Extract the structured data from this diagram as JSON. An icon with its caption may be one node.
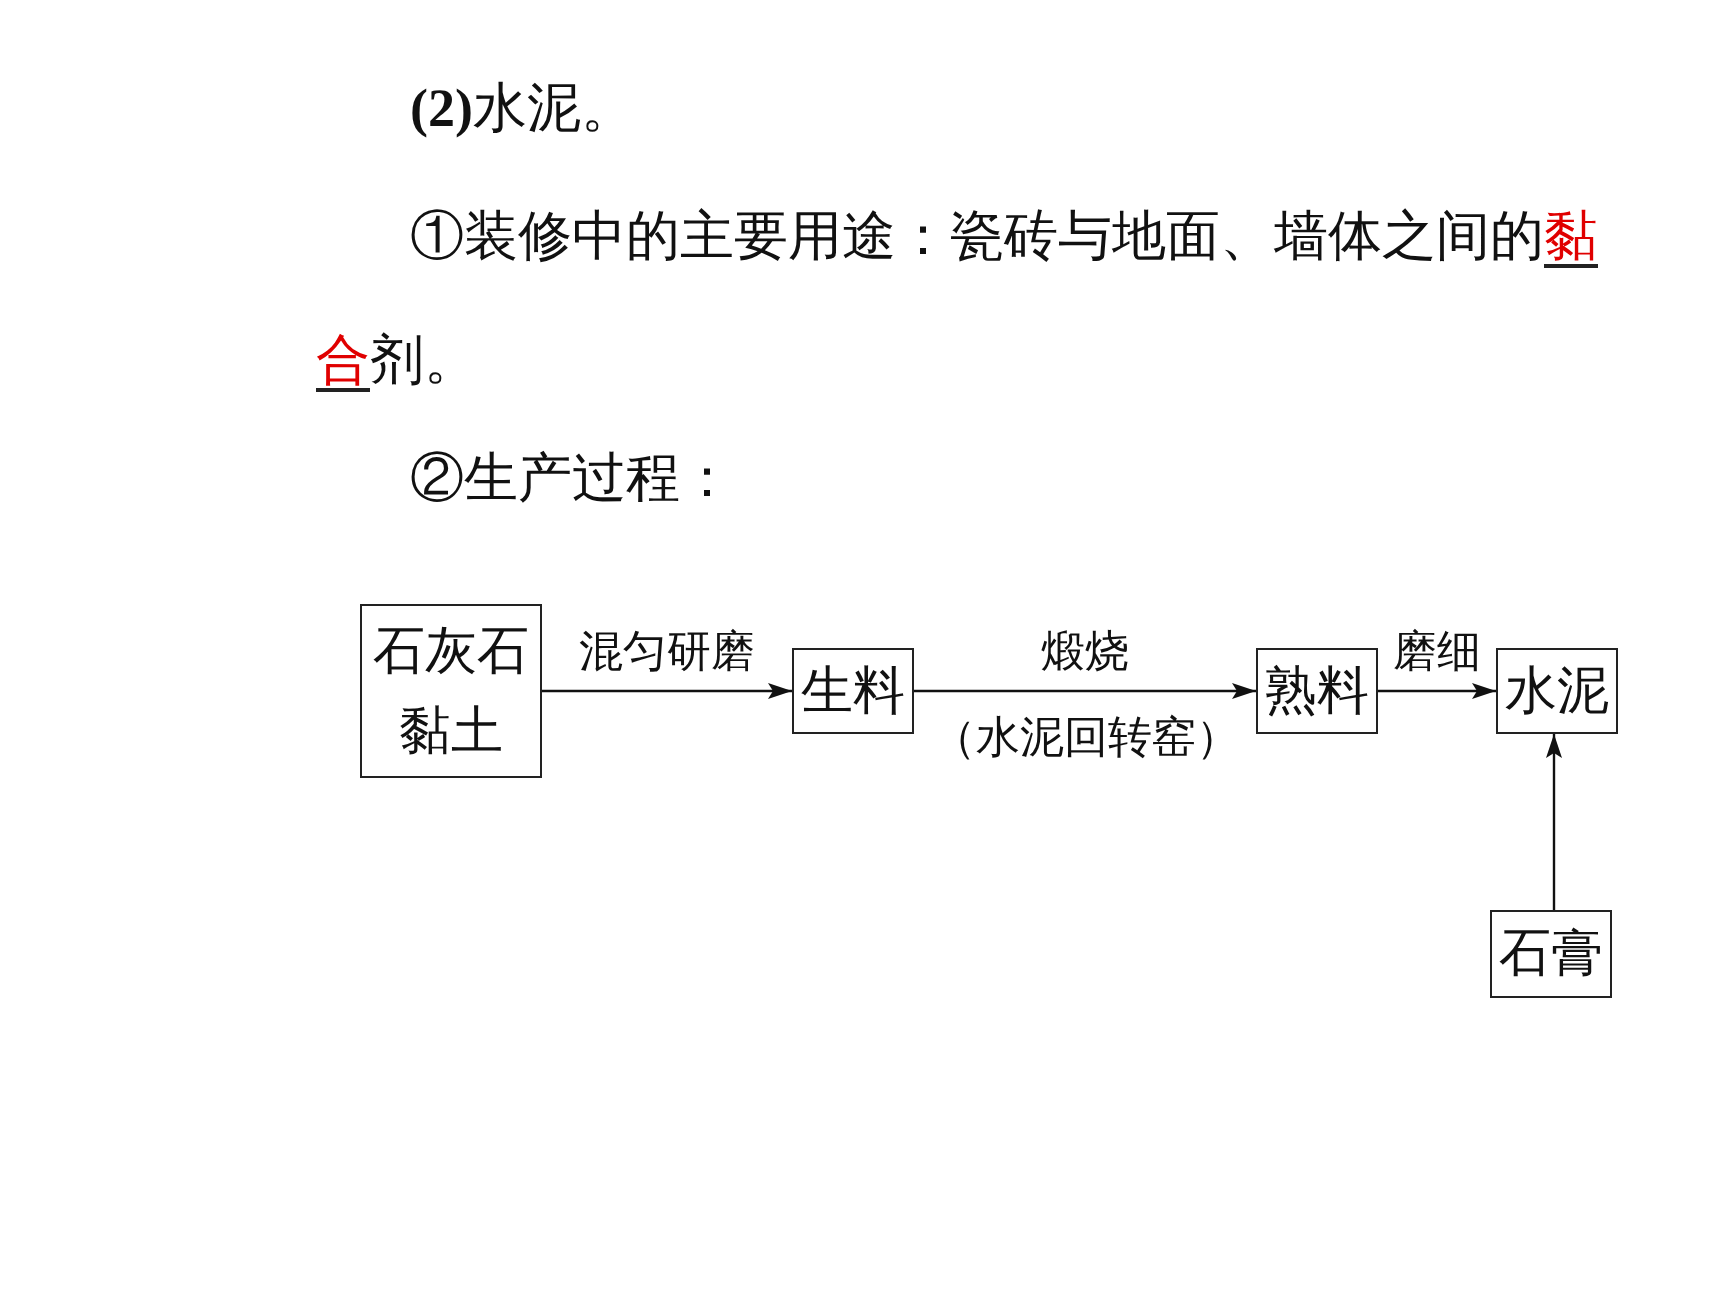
{
  "diagram": {
    "nodes": [
      {
        "text": [
          "石灰石",
          "黏土"
        ]
      },
      {
        "text": [
          "生料"
        ]
      },
      {
        "text": [
          "熟料"
        ]
      },
      {
        "text": [
          "水泥"
        ]
      },
      {
        "text": [
          "石膏"
        ]
      }
    ],
    "edges": [
      {
        "from": 0,
        "to": 1,
        "arrow": "to",
        "label": "混匀研磨"
      },
      {
        "from": 1,
        "to": 2,
        "arrow": "to",
        "label": "煅烧"
      },
      {
        "from": 2,
        "to": 3,
        "arrow": "to",
        "label": "磨细"
      },
      {
        "from": 4,
        "to": 3,
        "arrow": "to"
      }
    ],
    "labels": [
      "**(2)**水泥。",
      "①装修中的主要用途：瓷砖与地面、墙体之间的**黏合**剂。",
      "②生产过程：",
      "（水泥回转窑）"
    ]
  }
}
